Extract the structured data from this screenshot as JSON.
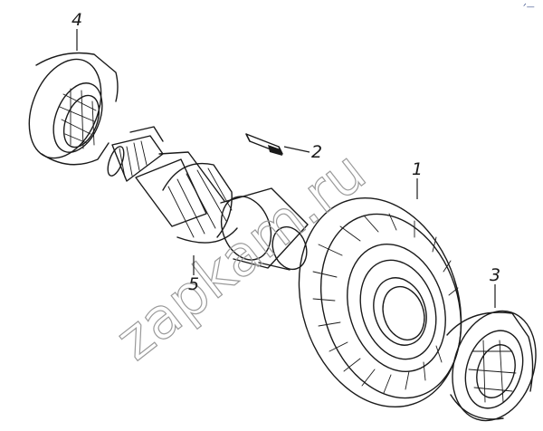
{
  "callouts": [
    {
      "id": "1",
      "label": "1"
    },
    {
      "id": "2",
      "label": "2"
    },
    {
      "id": "3",
      "label": "3"
    },
    {
      "id": "4",
      "label": "4"
    },
    {
      "id": "5",
      "label": "5"
    }
  ],
  "watermark": "zapkam.ru",
  "corner_mark": "ᐟ—"
}
